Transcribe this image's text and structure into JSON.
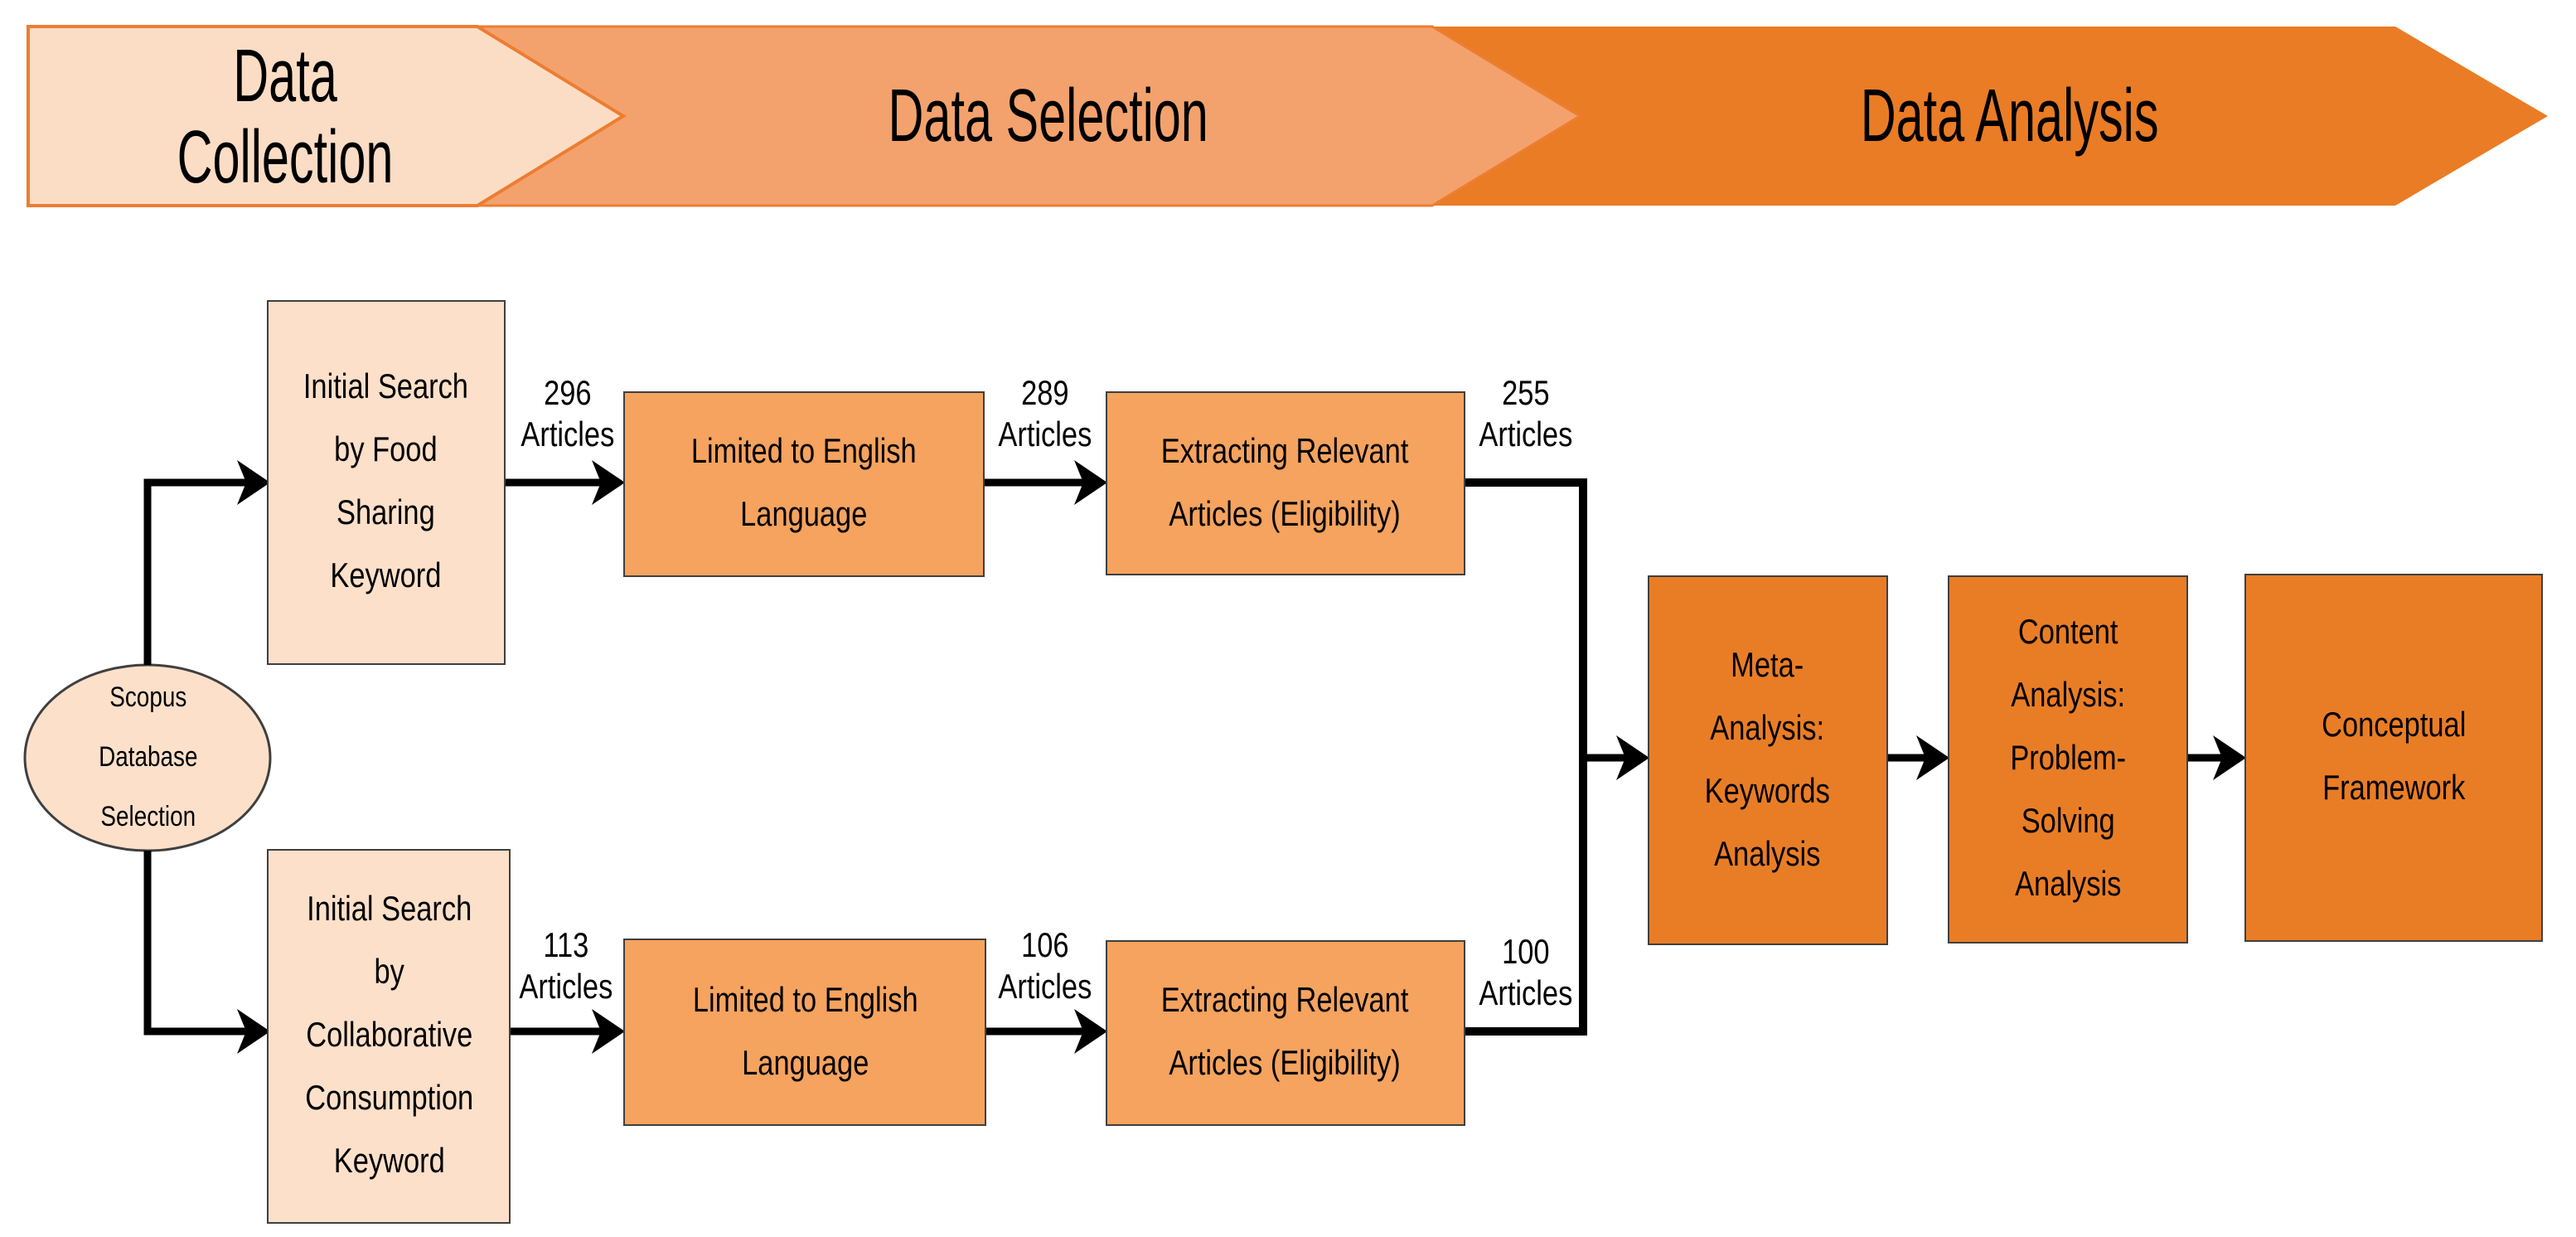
{
  "banners": [
    {
      "label": "Data Collection"
    },
    {
      "label": "Data Selection"
    },
    {
      "label": "Data Analysis"
    }
  ],
  "nodes": {
    "scopus": {
      "label": "Scopus\nDatabase\nSelection"
    },
    "init_top": {
      "label": "Initial Search\nby Food\nSharing\nKeyword"
    },
    "init_bottom": {
      "label": "Initial Search\nby\nCollaborative\nConsumption\nKeyword"
    },
    "limited_top": {
      "label": "Limited to English\nLanguage"
    },
    "limited_bottom": {
      "label": "Limited to English\nLanguage"
    },
    "extract_top": {
      "label": "Extracting Relevant\nArticles (Eligibility)"
    },
    "extract_bottom": {
      "label": "Extracting Relevant\nArticles (Eligibility)"
    },
    "meta": {
      "label": "Meta-\nAnalysis:\nKeywords\nAnalysis"
    },
    "content": {
      "label": "Content\nAnalysis:\nProblem-\nSolving\nAnalysis"
    },
    "conceptual": {
      "label": "Conceptual\nFramework"
    }
  },
  "edge_labels": {
    "top_296": "296\nArticles",
    "top_289": "289\nArticles",
    "top_255": "255\nArticles",
    "bottom_113": "113\nArticles",
    "bottom_106": "106\nArticles",
    "bottom_100": "100\nArticles"
  },
  "colors": {
    "light-fill": "#FBDDC5",
    "light-border": "#ED7D31",
    "box-light": "#FCE0CA",
    "medium-fill": "#F3A26D",
    "box-medium": "#F5A35F",
    "dark-fill": "#EA7C25",
    "box-dark": "#E97D26",
    "box-border": "#3F3F3F",
    "line": "#000000",
    "text": "#000000",
    "bg": "#FFFFFF"
  }
}
